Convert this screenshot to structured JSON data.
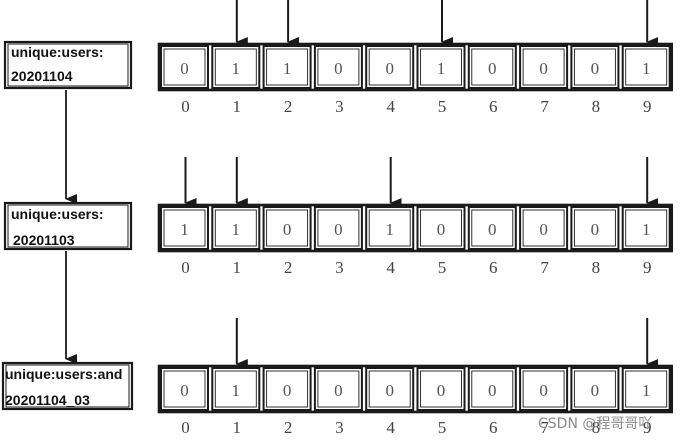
{
  "rows": [
    {
      "key_lines": [
        "unique:users:",
        "20201104"
      ],
      "bits": [
        "0",
        "1",
        "1",
        "0",
        "0",
        "1",
        "0",
        "0",
        "0",
        "1"
      ],
      "indices": [
        "0",
        "1",
        "2",
        "3",
        "4",
        "5",
        "6",
        "7",
        "8",
        "9"
      ],
      "arrows": [
        1,
        2,
        5,
        9
      ]
    },
    {
      "key_lines": [
        "unique:users:",
        "20201103"
      ],
      "bits": [
        "1",
        "1",
        "0",
        "0",
        "1",
        "0",
        "0",
        "0",
        "0",
        "1"
      ],
      "indices": [
        "0",
        "1",
        "2",
        "3",
        "4",
        "5",
        "6",
        "7",
        "8",
        "9"
      ],
      "arrows": [
        0,
        1,
        4,
        9
      ]
    },
    {
      "key_lines": [
        "unique:users:and",
        "20201104_03"
      ],
      "bits": [
        "0",
        "1",
        "0",
        "0",
        "0",
        "0",
        "0",
        "0",
        "0",
        "1"
      ],
      "indices": [
        "0",
        "1",
        "2",
        "3",
        "4",
        "5",
        "6",
        "7",
        "8",
        "9"
      ],
      "arrows": [
        1,
        9
      ]
    }
  ],
  "watermark": "CSDN @程哥哥吖",
  "colors": {
    "stroke": "#1a1a1a",
    "text": "#555555",
    "background": "#ffffff"
  }
}
